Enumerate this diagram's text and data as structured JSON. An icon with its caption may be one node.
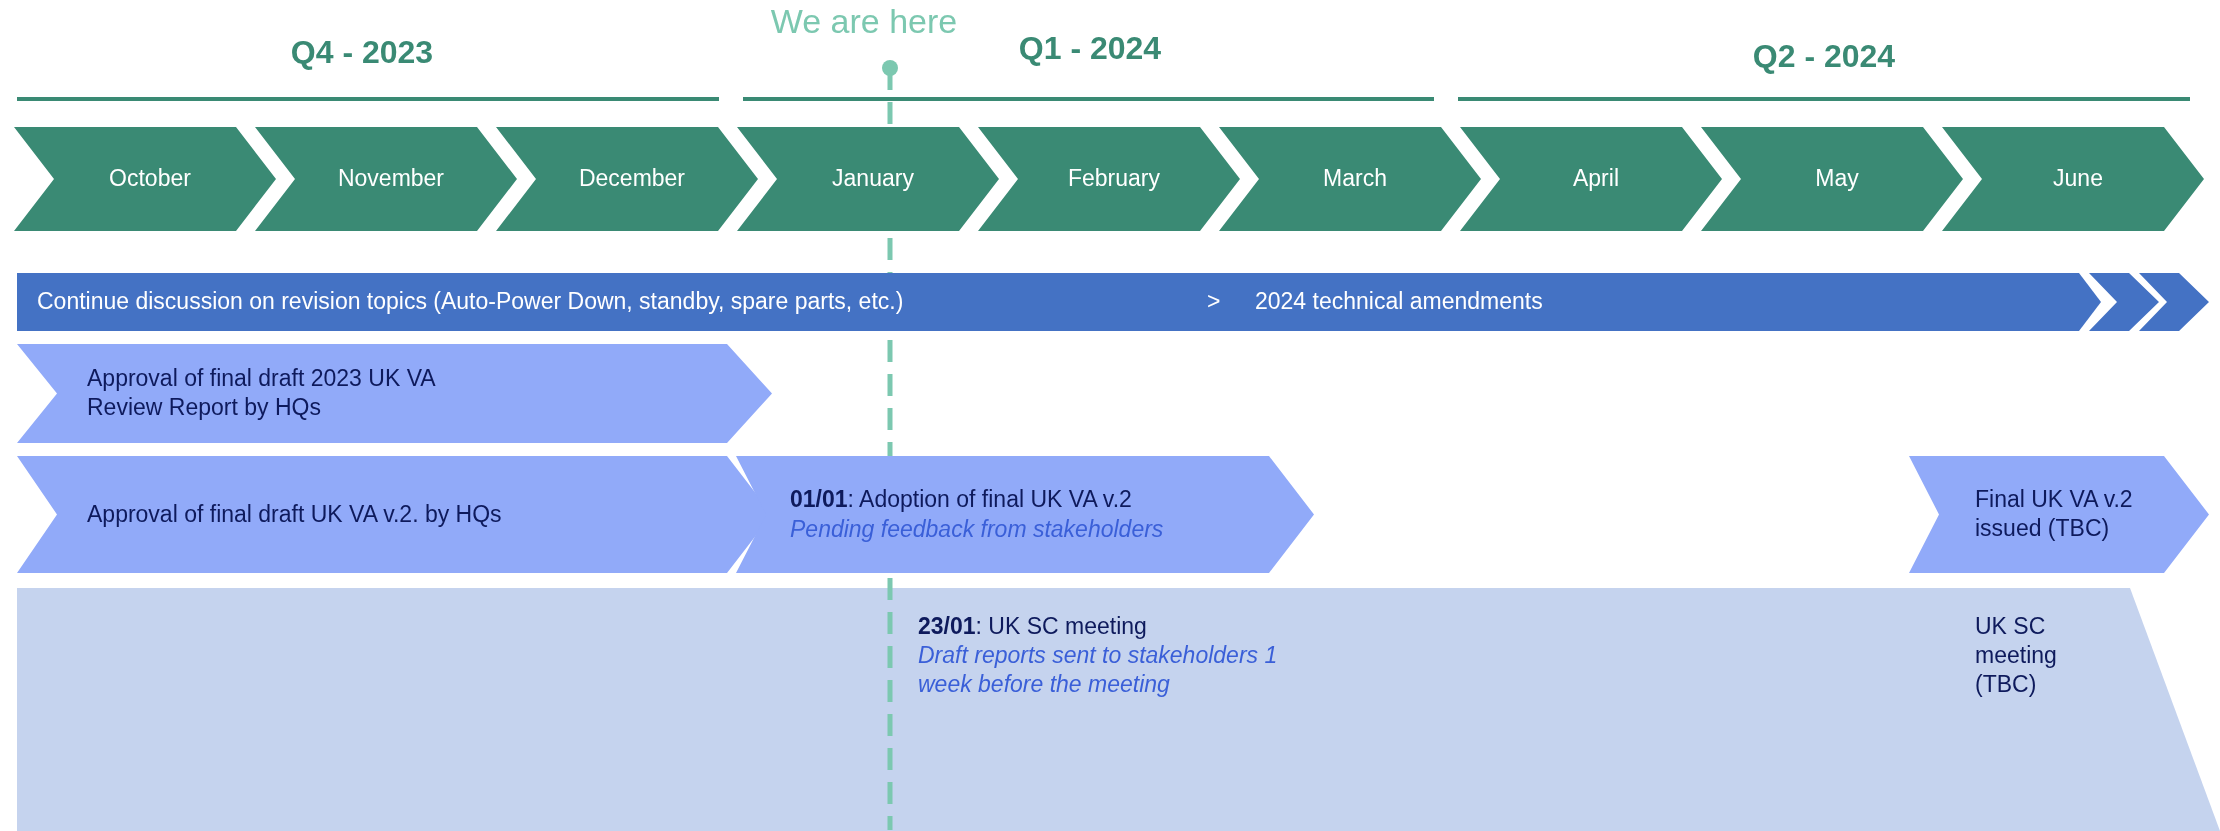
{
  "diagram": {
    "nodes": [
      {
        "text": [
          "October"
        ]
      },
      {
        "text": [
          "November"
        ]
      },
      {
        "text": [
          "December"
        ]
      },
      {
        "text": [
          "January"
        ]
      },
      {
        "text": [
          "February"
        ]
      },
      {
        "text": [
          "March"
        ]
      },
      {
        "text": [
          "April"
        ]
      },
      {
        "text": [
          "May"
        ]
      },
      {
        "text": [
          "June"
        ]
      },
      {
        "text": [
          "Continue discussion on revision topics (Auto-Power Down, standby, spare parts, etc.)",
          ">",
          "2024 technical amendments"
        ]
      },
      {
        "text": [
          "Approval of final draft 2023 UK VA Review Report by HQs"
        ]
      },
      {
        "text": [
          "Approval of final draft UK VA v.2. by HQs"
        ]
      },
      {
        "text": [
          "**01/01**: Adoption of final UK VA v.2",
          "Pending feedback from stakeholders"
        ]
      },
      {
        "text": [
          "Final UK VA v.2 issued (TBC)"
        ]
      },
      {
        "text": [
          "**23/01**: UK SC meeting",
          "Draft reports sent to stakeholders 1 week before the meeting",
          "UK SC meeting (TBC)"
        ]
      }
    ],
    "labels": [
      "We are here",
      "Q4 - 2023",
      "Q1 - 2024",
      "Q2 - 2024"
    ]
  }
}
